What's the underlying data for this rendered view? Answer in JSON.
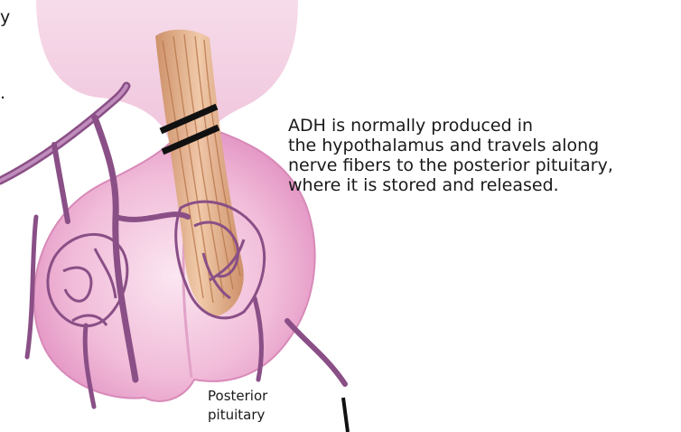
{
  "caption": {
    "line1": "ADH is normally produced in",
    "line2": "the hypothalamus and travels along",
    "line3": "nerve fibers to the posterior pituitary,",
    "line4": "where it is stored and released."
  },
  "label": {
    "line1": "Posterior",
    "line2": "pituitary"
  },
  "cropped_fragments": {
    "top": "y",
    "mid": "."
  },
  "colors": {
    "gland_pink": "#f3c6e0",
    "gland_deep": "#d77fb4",
    "stalk_tan": "#d9a273",
    "vessel_purple": "#8a4f86",
    "vessel_light": "#bf8cbc"
  }
}
